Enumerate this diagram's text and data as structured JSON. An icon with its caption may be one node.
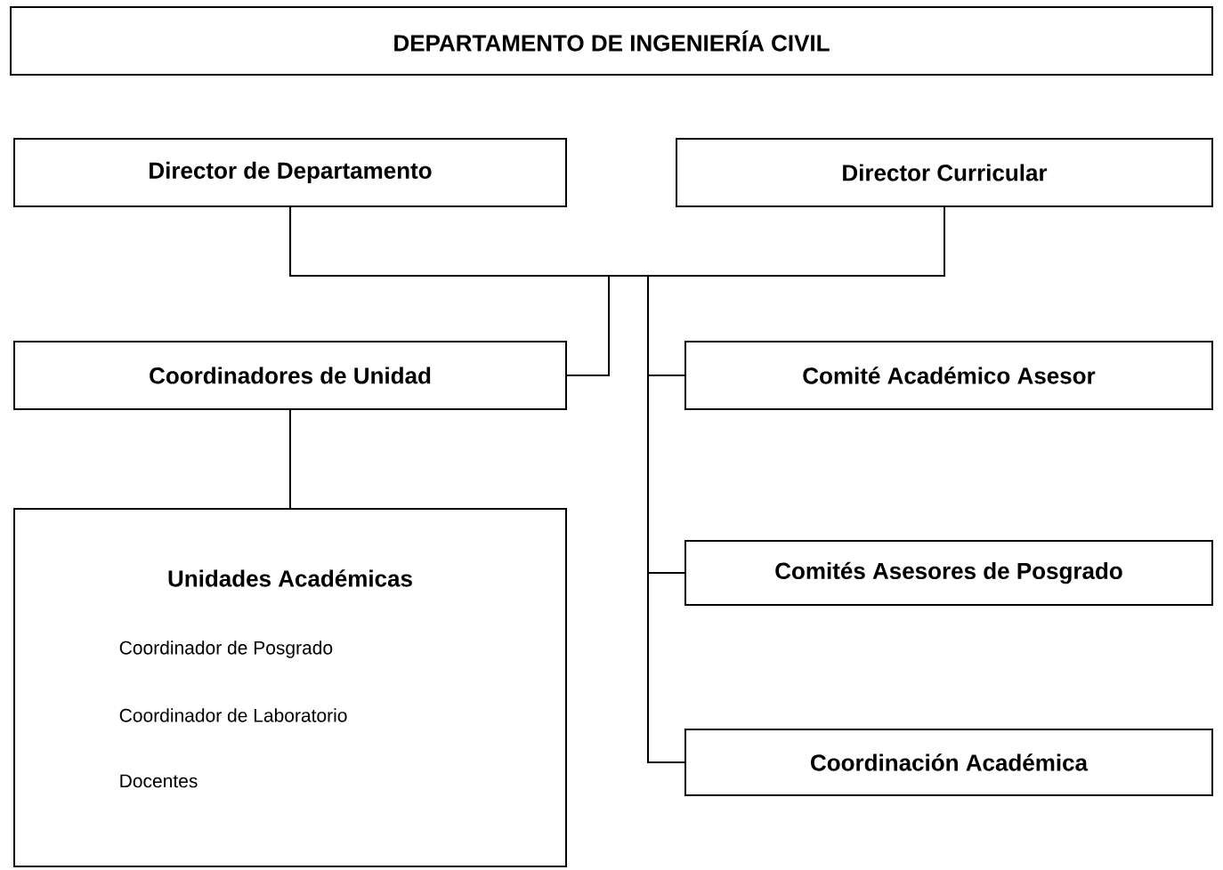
{
  "diagram": {
    "nodes": [
      {
        "text": [
          "DEPARTAMENTO DE INGENIERÍA CIVIL"
        ]
      },
      {
        "text": [
          "Director de Departamento"
        ]
      },
      {
        "text": [
          "Director Curricular"
        ]
      },
      {
        "text": [
          "Coordinadores de Unidad"
        ]
      },
      {
        "text": [
          "Comité Académico Asesor"
        ]
      },
      {
        "text": [
          "Comités Asesores de Posgrado"
        ]
      },
      {
        "text": [
          "Coordinación Académica"
        ]
      },
      {
        "text": [
          "Unidades Académicas",
          "Coordinador de Posgrado",
          "Coordinador de Laboratorio",
          "Docentes"
        ]
      }
    ],
    "edges": [
      {
        "from": 1,
        "to": 3,
        "arrow": "none"
      },
      {
        "from": 1,
        "to": 4,
        "arrow": "none"
      },
      {
        "from": 1,
        "to": 5,
        "arrow": "none"
      },
      {
        "from": 1,
        "to": 6,
        "arrow": "none"
      },
      {
        "from": 2,
        "to": 3,
        "arrow": "none"
      },
      {
        "from": 2,
        "to": 4,
        "arrow": "none"
      },
      {
        "from": 2,
        "to": 5,
        "arrow": "none"
      },
      {
        "from": 2,
        "to": 6,
        "arrow": "none"
      },
      {
        "from": 3,
        "to": 7,
        "arrow": "none"
      }
    ]
  }
}
